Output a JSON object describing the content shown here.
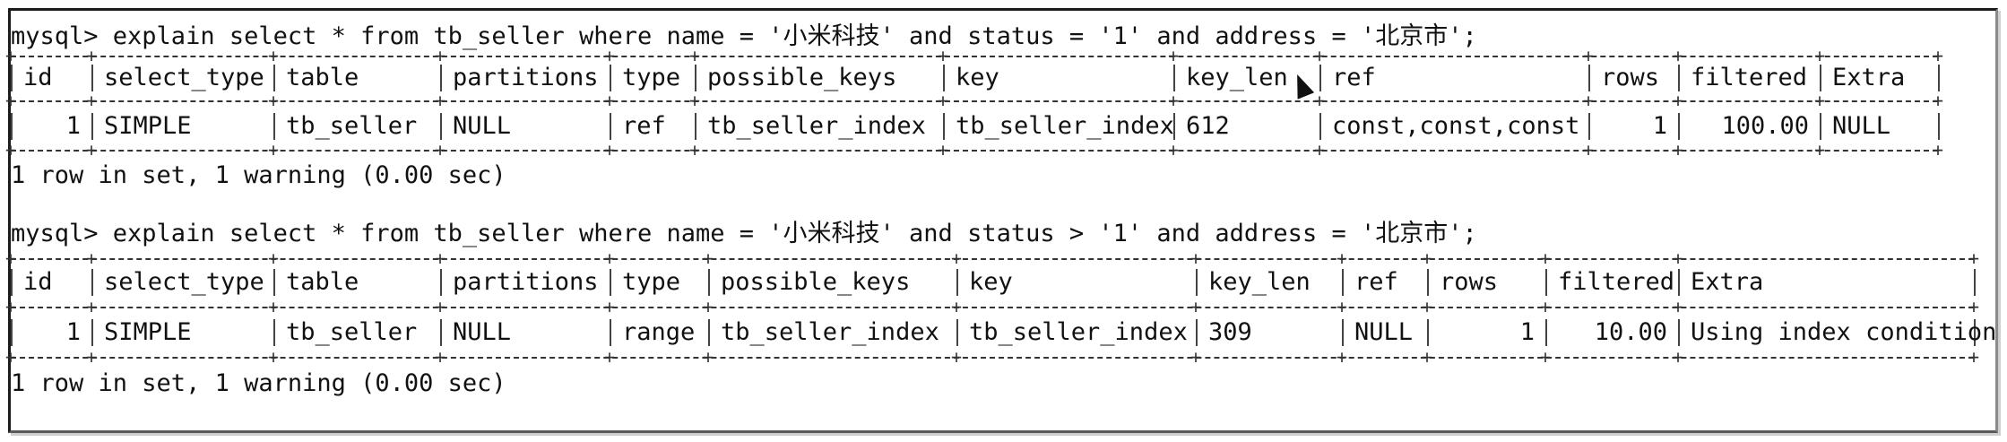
{
  "queries": [
    {
      "command": "mysql> explain select * from tb_seller where name = '小米科技' and status = '1' and address = '北京市';",
      "headers": [
        "id",
        "select_type",
        "table",
        "partitions",
        "type",
        "possible_keys",
        "key",
        "key_len",
        "ref",
        "rows",
        "filtered",
        "Extra"
      ],
      "row": [
        "1",
        "SIMPLE",
        "tb_seller",
        "NULL",
        "ref",
        "tb_seller_index",
        "tb_seller_index",
        "612",
        "const,const,const",
        "1",
        "100.00",
        "NULL"
      ],
      "footer": "1 row in set, 1 warning (0.00 sec)"
    },
    {
      "command": "mysql> explain select * from tb_seller where name = '小米科技' and status > '1' and address = '北京市';",
      "headers": [
        "id",
        "select_type",
        "table",
        "partitions",
        "type",
        "possible_keys",
        "key",
        "key_len",
        "ref",
        "rows",
        "filtered",
        "Extra"
      ],
      "row": [
        "1",
        "SIMPLE",
        "tb_seller",
        "NULL",
        "range",
        "tb_seller_index",
        "tb_seller_index",
        "309",
        "NULL",
        "1",
        "10.00",
        "Using index condition"
      ],
      "footer": "1 row in set, 1 warning (0.00 sec)"
    }
  ],
  "icons": {
    "cursor": "mouse-pointer-icon"
  }
}
